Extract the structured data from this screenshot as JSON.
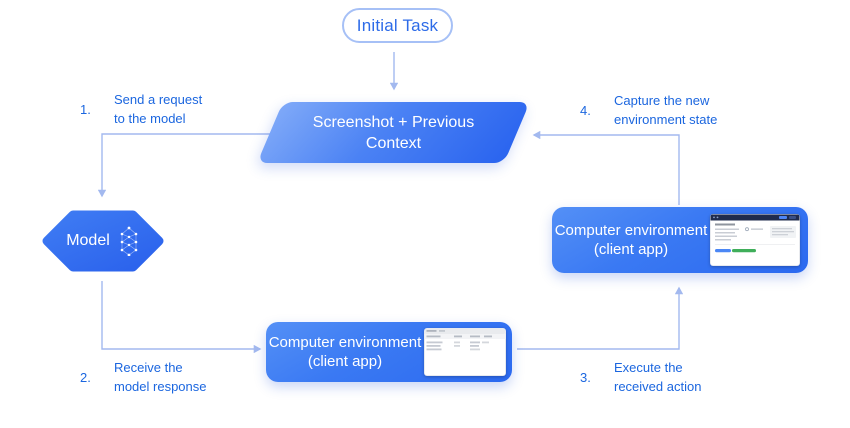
{
  "diagram": {
    "initial_task": {
      "label": "Initial Task"
    },
    "screenshot_context": {
      "line1": "Screenshot + Previous",
      "line2": "Context"
    },
    "model": {
      "label": "Model",
      "icon": "neural-network-icon"
    },
    "environment_bottom": {
      "line1": "Computer environment",
      "line2": "(client app)",
      "icon": "app-window-screenshot"
    },
    "environment_right": {
      "line1": "Computer environment",
      "line2": "(client app)",
      "icon": "app-window-screenshot"
    },
    "steps": [
      {
        "number": "1.",
        "line1": "Send a request",
        "line2": "to the model"
      },
      {
        "number": "2.",
        "line1": "Receive the",
        "line2": "model response"
      },
      {
        "number": "3.",
        "line1": "Execute the",
        "line2": "received action"
      },
      {
        "number": "4.",
        "line1": "Capture the new",
        "line2": "environment state"
      }
    ],
    "colors": {
      "step_text": "#1b66df",
      "node_blue": "#2f6bf0",
      "gradient_light": "#7fa9f8",
      "arrow": "#a3b9ef",
      "pill_border": "#a6c0f6",
      "pill_text": "#2d6be8",
      "thumbnail_blue": "#4285f4",
      "thumbnail_green": "#34a853",
      "thumbnail_navy": "#1f2b4d"
    }
  }
}
